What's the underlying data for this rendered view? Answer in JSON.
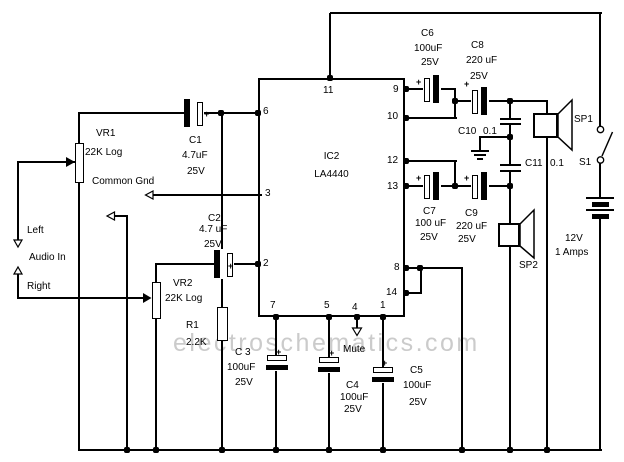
{
  "watermark": "electroschematics.com",
  "plus": "+",
  "ic": {
    "ref": "IC2",
    "part": "LA4440",
    "pins": {
      "p11": "11",
      "p6": "6",
      "p3": "3",
      "p2": "2",
      "p9": "9",
      "p10": "10",
      "p12": "12",
      "p13": "13",
      "p8": "8",
      "p14": "14",
      "p7": "7",
      "p5": "5",
      "p4": "4",
      "p1": "1"
    }
  },
  "components": {
    "vr1": {
      "ref": "VR1",
      "value": "22K Log"
    },
    "vr2": {
      "ref": "VR2",
      "value": "22K Log"
    },
    "r1": {
      "ref": "R1",
      "value": "2.2K"
    },
    "c1": {
      "ref": "C1",
      "value": "4.7uF",
      "voltage": "25V"
    },
    "c2": {
      "ref": "C2",
      "value": "4.7 uF",
      "voltage": "25V"
    },
    "c3": {
      "ref": "C 3",
      "value": "100uF",
      "voltage": "25V"
    },
    "c4": {
      "ref": "C4",
      "value": "100uF",
      "voltage": "25V"
    },
    "c5": {
      "ref": "C5",
      "value": "100uF",
      "voltage": "25V"
    },
    "c6": {
      "ref": "C6",
      "value": "100uF",
      "voltage": "25V"
    },
    "c7": {
      "ref": "C7",
      "value": "100 uF",
      "voltage": "25V"
    },
    "c8": {
      "ref": "C8",
      "value": "220 uF",
      "voltage": "25V"
    },
    "c9": {
      "ref": "C9",
      "value": "220 uF",
      "voltage": "25V"
    },
    "c10": {
      "ref": "C10",
      "value": "0.1"
    },
    "c11": {
      "ref": "C11",
      "value": "0.1"
    },
    "sp1": {
      "ref": "SP1"
    },
    "sp2": {
      "ref": "SP2"
    },
    "s1": {
      "ref": "S1"
    },
    "battery": {
      "voltage": "12V",
      "current": "1 Amps"
    }
  },
  "labels": {
    "left": "Left",
    "audio_in": "Audio In",
    "right": "Right",
    "common_gnd": "Common Gnd",
    "mute": "Mute"
  }
}
